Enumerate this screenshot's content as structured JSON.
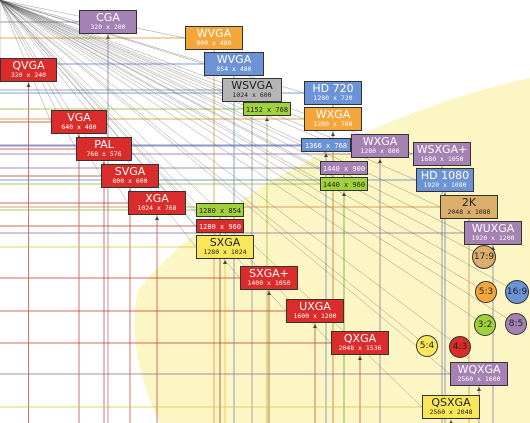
{
  "colors": {
    "red": "#d92c2b",
    "purple": "#a681b3",
    "blue": "#6b93d6",
    "orange": "#f5a63a",
    "gray": "#b5b5b5",
    "green": "#9fd23a",
    "yellow": "#fae759",
    "tan": "#dcae6b",
    "region": "#fcf6c4"
  },
  "boxes": [
    {
      "name": "CGA",
      "dim": "320 x 200",
      "color": "purple",
      "text": "light"
    },
    {
      "name": "QVGA",
      "dim": "320 x 240",
      "color": "red",
      "text": "light"
    },
    {
      "name": "WVGA",
      "dim": "800 x 480",
      "color": "orange",
      "text": "light"
    },
    {
      "name": "WVGA",
      "dim": "854 x 480",
      "color": "blue",
      "text": "light"
    },
    {
      "name": "WSVGA",
      "dim": "1024 x 600",
      "color": "gray",
      "text": "dark"
    },
    {
      "name": "1152 x 768",
      "dim": "",
      "color": "green",
      "text": "dark"
    },
    {
      "name": "HD 720",
      "dim": "1280 x 720",
      "color": "blue",
      "text": "light"
    },
    {
      "name": "WXGA",
      "dim": "1280 x 768",
      "color": "orange",
      "text": "light"
    },
    {
      "name": "VGA",
      "dim": "640 x 480",
      "color": "red",
      "text": "light"
    },
    {
      "name": "PAL",
      "dim": "768 x 576",
      "color": "red",
      "text": "light"
    },
    {
      "name": "1366 x 768",
      "dim": "",
      "color": "blue",
      "text": "light"
    },
    {
      "name": "WXGA",
      "dim": "1280 x 800",
      "color": "purple",
      "text": "light"
    },
    {
      "name": "WSXGA+",
      "dim": "1680 x 1050",
      "color": "purple",
      "text": "light"
    },
    {
      "name": "1440 x 900",
      "dim": "",
      "color": "purple",
      "text": "light"
    },
    {
      "name": "SVGA",
      "dim": "800 x 600",
      "color": "red",
      "text": "light"
    },
    {
      "name": "HD 1080",
      "dim": "1920 x 1080",
      "color": "blue",
      "text": "light"
    },
    {
      "name": "1440 x 960",
      "dim": "",
      "color": "green",
      "text": "dark"
    },
    {
      "name": "XGA",
      "dim": "1024 x 768",
      "color": "red",
      "text": "light"
    },
    {
      "name": "2K",
      "dim": "2048 x 1080",
      "color": "tan",
      "text": "dark"
    },
    {
      "name": "1280 x 854",
      "dim": "",
      "color": "green",
      "text": "dark"
    },
    {
      "name": "1280 x 960",
      "dim": "",
      "color": "red",
      "text": "light"
    },
    {
      "name": "WUXGA",
      "dim": "1920 x 1200",
      "color": "purple",
      "text": "light"
    },
    {
      "name": "SXGA",
      "dim": "1280 x 1024",
      "color": "yellow",
      "text": "dark"
    },
    {
      "name": "SXGA+",
      "dim": "1400 x 1050",
      "color": "red",
      "text": "light"
    },
    {
      "name": "UXGA",
      "dim": "1600 x 1200",
      "color": "red",
      "text": "light"
    },
    {
      "name": "QXGA",
      "dim": "2048 x 1536",
      "color": "red",
      "text": "light"
    },
    {
      "name": "WQXGA",
      "dim": "2560 x 1600",
      "color": "purple",
      "text": "light"
    },
    {
      "name": "QSXGA",
      "dim": "2560 x 2048",
      "color": "yellow",
      "text": "dark"
    }
  ],
  "ratios": [
    {
      "label": "17:9",
      "color": "tan"
    },
    {
      "label": "5:3",
      "color": "orange"
    },
    {
      "label": "16:9",
      "color": "blue"
    },
    {
      "label": "3:2",
      "color": "green"
    },
    {
      "label": "8:5",
      "color": "purple"
    },
    {
      "label": "5:4",
      "color": "yellow"
    },
    {
      "label": "4:3",
      "color": "red"
    }
  ]
}
